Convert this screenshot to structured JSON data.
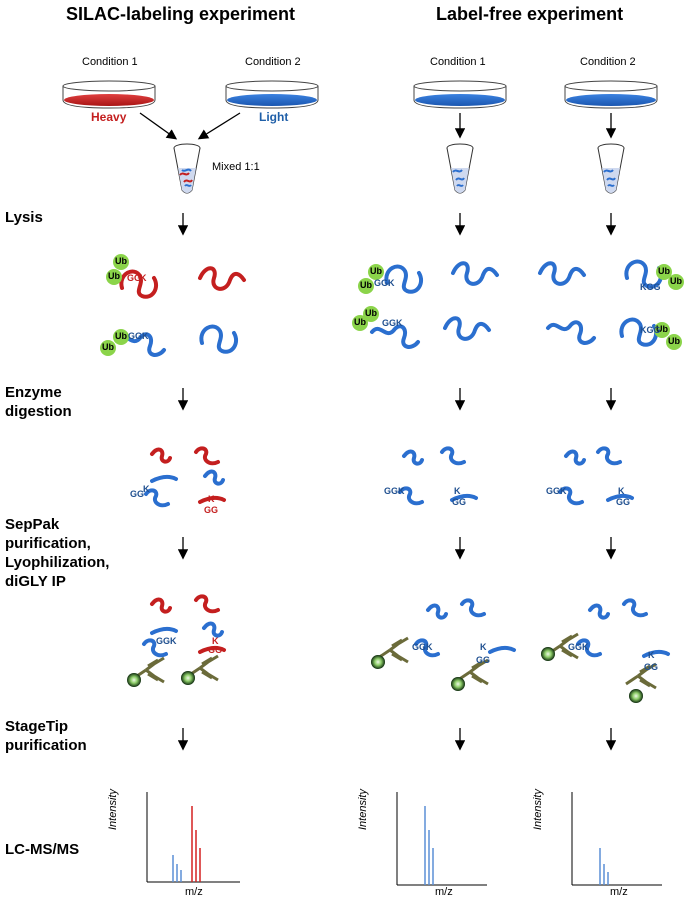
{
  "titles": {
    "silac": "SILAC-labeling experiment",
    "labelfree": "Label-free experiment"
  },
  "conditions": {
    "c1": "Condition 1",
    "c2": "Condition 2"
  },
  "labels": {
    "heavy": "Heavy",
    "light": "Light",
    "mixed": "Mixed 1:1",
    "ub": "Ub",
    "gg": "GG",
    "k": "K",
    "ggk": "GGK",
    "kgg": "KGG"
  },
  "steps": {
    "lysis": "Lysis",
    "enzyme": "Enzyme digestion",
    "seppak": "SepPak purification, Lyophilization, diGLY IP",
    "stagetip": "StageTip purification",
    "lcms": "LC-MS/MS"
  },
  "axes": {
    "x": "m/z",
    "y": "Intensity"
  },
  "colors": {
    "heavy": "#c41f1f",
    "light": "#2b6fcf",
    "ub": "#8bd44a",
    "antibody": "#6b6b3a"
  }
}
